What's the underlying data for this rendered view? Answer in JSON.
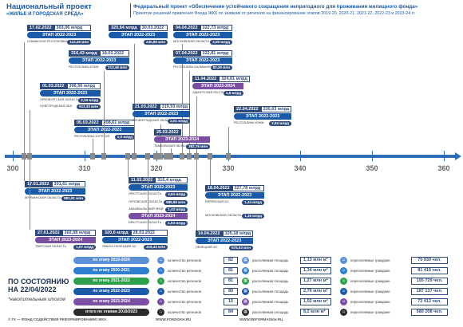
{
  "header": {
    "title": "Национальный проект",
    "subtitle": "«ЖИЛЬЕ И ГОРОДСКАЯ СРЕДА»",
    "fed_title": "Федеральный проект «Обеспечение устойчивого сокращения  непригодного для проживания жилищного фонда»",
    "fed_sub": "Принятие  решений правления Фонда ЖКХ по заявкам  от регионов на финансирование этапов 2019-20, 2020-21, 2021-22, 2022-23 и 2023-24 гг."
  },
  "axis": {
    "ticks": [
      "300",
      "310",
      "320",
      "330",
      "340",
      "350",
      "360"
    ]
  },
  "colors": {
    "stage_2022_2023": "#1a5aa8",
    "stage_2023_2024": "#7a4fa3",
    "dark": "#2e4a7a",
    "axis": "#2a6fb5"
  },
  "events_above": [
    {
      "date": "17.02.2022",
      "value": "303,06 млрд",
      "stage": "ЭТАП 2022-2023",
      "region": "Чувашская Республика",
      "amount": "112,26 млн",
      "color": "stage_2022_2023"
    },
    {
      "date": "01.03.2022",
      "value": "306,56 млрд",
      "stage": "ЭТАП 2022-2023",
      "region": "Оренбургская область",
      "amount": "2,19 млрд",
      "color": "stage_2022_2023",
      "region2": "Новгородская обл.",
      "amount2": "612,33 млн"
    },
    {
      "date": "05.03.2022",
      "value": "308,61 млрд",
      "stage": "ЭТАП 2022-2023",
      "region": "Республика Бурятия",
      "amount": "2,0 млрд",
      "color": "stage_2022_2023"
    },
    {
      "date": "316,43 млрд",
      "value": "18.03.2022",
      "stage": "ЭТАП 2022-2023",
      "region": "Республика Коми",
      "amount": "213,48 млн",
      "color": "stage_2022_2023"
    },
    {
      "date": "320,64 млрд",
      "value": "30.03.2022",
      "stage": "ЭТАП 2022-2023",
      "region": "",
      "amount": "230,89 млн",
      "color": "stage_2022_2023"
    },
    {
      "date": "04.04.2022",
      "value": "322,73 млрд",
      "stage": "ЭТАП 2022-2023",
      "region": "Московская область",
      "amount": "2,09 млрд",
      "color": "stage_2022_2023"
    },
    {
      "date": "07.04.2022",
      "value": "322,81 млрд",
      "stage": "ЭТАП 2022-2023",
      "region": "Республика Калмыкия",
      "amount": "82,29 млн",
      "color": "stage_2022_2023"
    },
    {
      "date": "11.04.2022",
      "value": "324,61 млрд",
      "stage": "ЭТАП 2023-2024",
      "region": "Удмуртская Республика",
      "amount": "1,8 млрд",
      "color": "stage_2023_2024"
    },
    {
      "date": "21.03.2022",
      "value": "319,93 млрд",
      "stage": "ЭТАП 2022-2023",
      "region": "Ленинградская область",
      "amount": "2,01 млрд",
      "color": "stage_2022_2023"
    },
    {
      "date": "22.04.2022",
      "value": "330,63 млрд",
      "stage": "ЭТАП 2022-2023",
      "region": "Республика Коми",
      "amount": "2,94 млрд",
      "color": "stage_2022_2023"
    },
    {
      "date": "25.03.2022",
      "value": "",
      "stage": "ЭТАП 2023-2024",
      "region": "Тамбовская область",
      "amount": "382,76 млн",
      "color": "stage_2023_2024"
    }
  ],
  "events_below": [
    {
      "date": "17.01.2022",
      "value": "301,61 млрд",
      "stage": "ЭТАП 2022-2023",
      "region": "Мурманская область",
      "amount": "881,91 млн",
      "color": "stage_2022_2023"
    },
    {
      "date": "27.01.2022",
      "value": "302,68 млрд",
      "stage": "ЭТАП 2023-2024",
      "region": "Тверская область",
      "amount": "1,07 млрд",
      "color": "stage_2023_2024"
    },
    {
      "date": "11.03.2022",
      "value": "316,4 млрд",
      "stage": "ЭТАП 2022-2023",
      "region": "Иркутская область",
      "amount": "4,64 млрд",
      "color": "stage_2022_2023"
    },
    {
      "date": "",
      "value": "",
      "stage": "",
      "region": "Орловская область",
      "amount": "685,89 млн",
      "color": "stage_2022_2023"
    },
    {
      "date": "",
      "value": "",
      "stage": "",
      "region": "Забайкальский край",
      "amount": "1,43 млрд",
      "color": "stage_2022_2023"
    },
    {
      "date": "",
      "value": "",
      "stage": "ЭТАП 2023-2024",
      "region": "Иркутская область",
      "amount": "1,03 млрд",
      "color": "stage_2023_2024"
    },
    {
      "date": "320,6 млрд",
      "value": "28.03.2022",
      "stage": "ЭТАП 2022-2023",
      "region": "Ямало-Ненецкий АО",
      "amount": "318,33 млн",
      "color": "stage_2022_2023"
    },
    {
      "date": "18.04.2022",
      "value": "327,78 млрд",
      "stage": "ЭТАП 2022-2023",
      "region": "Еврейская АО",
      "amount": "1,44 млрд",
      "color": "stage_2022_2023"
    },
    {
      "date": "",
      "value": "",
      "stage": "",
      "region": "Московская область",
      "amount": "1,16 млрд",
      "color": "stage_2022_2023"
    },
    {
      "date": "14.04.2022",
      "value": "325,18 млрд",
      "stage": "ЭТАП 2022-2023",
      "region": "Ненецкий АО",
      "amount": "575,03 млн",
      "color": "stage_2022_2023"
    }
  ],
  "status": {
    "line1": "ПО СОСТОЯНИЮ",
    "line2": "НА 22/04/2022",
    "note": "*накопительным итогом"
  },
  "legend": [
    {
      "label": "по этапу 2019-2020",
      "color": "#5b8fd6"
    },
    {
      "label": "по этапу 2020-2021",
      "color": "#2e7fd0"
    },
    {
      "label": "по этапу 2021-2022",
      "color": "#2ea04a"
    },
    {
      "label": "по этапу 2022-2023",
      "color": "#1a5aa8"
    },
    {
      "label": "по этапу 2023-2024",
      "color": "#7a4fa3"
    },
    {
      "label": "итого по этапам 2019/2023",
      "color": "#2b2b2b"
    }
  ],
  "stats_regions": {
    "label": "количество регионов",
    "values": [
      "82",
      "81",
      "81",
      "80",
      "15",
      "84"
    ]
  },
  "stats_area": {
    "label": "расселяемая площадь",
    "values": [
      "1,13 млн м²",
      "1,34 млн м²",
      "1,27 млн м²",
      "2,76 млн м²",
      "1,02 млн м²",
      "8,2 млн м²"
    ]
  },
  "stats_people": {
    "label": "переселяемые граждане",
    "values": [
      "70 930 чел.",
      "81 416 чел.",
      "155 729 чел.",
      "187 137 чел.",
      "72 412 чел.",
      "580 208 чел."
    ]
  },
  "footer": {
    "left": "© ГК — ФОНД СОДЕЙСТВИЯ РЕФОРМИРОВАНИЮ ЖКХ",
    "mid": "WWW.FONDGKH.RU",
    "right": "WWW.REFORMAGKH.RU"
  }
}
